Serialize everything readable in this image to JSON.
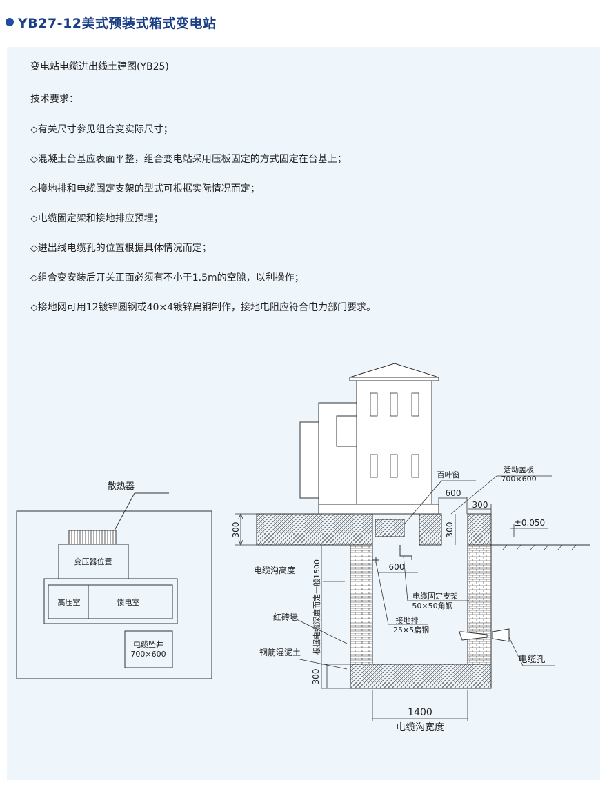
{
  "header": {
    "title": "YB27-12美式预装式箱式变电站",
    "accent_color": "#1f4e9c",
    "panel_color": "#eef5fb"
  },
  "subtitle": "变电站电缆进出线土建图(YB25)",
  "requirements": {
    "title": "技术要求：",
    "items": [
      "◇有关尺寸参见组合变实际尺寸；",
      "◇混凝土台基应表面平整，组合变电站采用压板固定的方式固定在台基上；",
      "◇接地排和电缆固定支架的型式可根据实际情况而定；",
      "◇电缆固定架和接地排应预埋；",
      "◇进出线电缆孔的位置根据具体情况而定；",
      "◇组合变安装后开关正面必须有不小于1.5m的空隙，以利操作；",
      "◇接地网可用12镀锌圆钢或40×4镀锌扁铜制作，接地电阻应符合电力部门要求。"
    ]
  },
  "plan": {
    "radiator": "散热器",
    "transformer": "变压器位置",
    "hv_room": "高压室",
    "feeder_room": "馈电室",
    "cable_pit": "电缆坠井",
    "cable_pit_size": "700×600"
  },
  "section": {
    "louver": "百叶窗",
    "cover": "活动盖板",
    "cover_size": "700×600",
    "dim_600_top": "600",
    "dim_300_right": "300",
    "dim_300_left": "300",
    "dim_300_mid": "300",
    "level": "±0.050",
    "trench_height": "电缆沟高度",
    "dim_600_mid": "600",
    "bracket": "电缆固定支架",
    "bracket_spec": "50×50角钢",
    "ground_bar": "接地排",
    "ground_bar_spec": "25×5扁钢",
    "brick_wall": "红砖墙",
    "concrete": "钢筋混泥土",
    "depth_note": "根据电缆深度而定一般1500",
    "cable_hole": "电缆孔",
    "dim_300_bottom": "300",
    "width_value": "1400",
    "width_label": "电缆沟宽度"
  }
}
